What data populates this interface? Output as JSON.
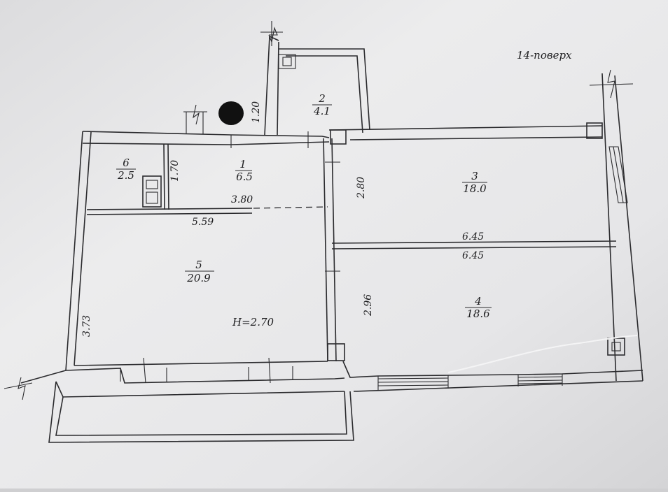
{
  "floor_label": "14-поверх",
  "ceiling_height": "H=2.70",
  "rooms": [
    {
      "number": "1",
      "area": "6.5"
    },
    {
      "number": "2",
      "area": "4.1"
    },
    {
      "number": "3",
      "area": "18.0"
    },
    {
      "number": "4",
      "area": "18.6"
    },
    {
      "number": "5",
      "area": "20.9"
    },
    {
      "number": "6",
      "area": "2.5"
    }
  ],
  "dimensions": {
    "d_1_20": "1.20",
    "d_1_70": "1.70",
    "d_3_80": "3.80",
    "d_5_59": "5.59",
    "d_2_80": "2.80",
    "d_6_45_top": "6.45",
    "d_6_45_bottom": "6.45",
    "d_2_96": "2.96",
    "d_3_73": "3.73"
  },
  "colors": {
    "paper": "#e9e9ea",
    "line": "#2b2b2e",
    "redaction": "#111111"
  }
}
